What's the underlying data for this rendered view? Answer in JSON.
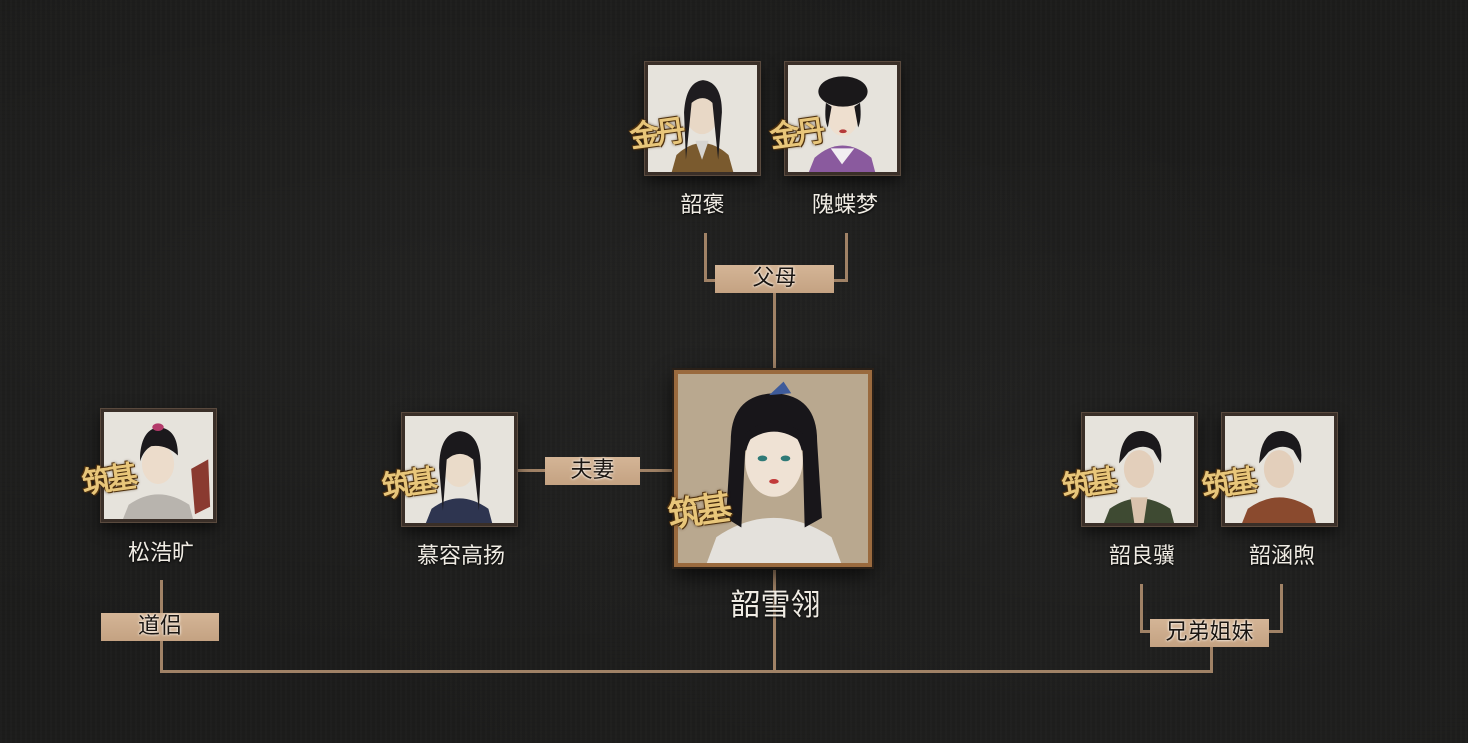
{
  "main_character": {
    "name": "韶雪翎",
    "realm_badge": "筑基"
  },
  "parents": {
    "relation_label": "父母",
    "members": [
      {
        "name": "韶褒",
        "realm_badge": "金丹"
      },
      {
        "name": "隗蝶梦",
        "realm_badge": "金丹"
      }
    ]
  },
  "spouse": {
    "relation_label": "夫妻",
    "name": "慕容高扬",
    "realm_badge": "筑基"
  },
  "dao_partner": {
    "relation_label": "道侣",
    "name": "松浩旷",
    "realm_badge": "筑基"
  },
  "siblings": {
    "relation_label": "兄弟姐妹",
    "members": [
      {
        "name": "韶良骥",
        "realm_badge": "筑基"
      },
      {
        "name": "韶涵煦",
        "realm_badge": "筑基"
      }
    ]
  },
  "colors": {
    "connector": "#a08266",
    "label_bg": "#d4b596",
    "badge_gold": "#e8c67a",
    "main_frame": "#9a6a3e"
  }
}
